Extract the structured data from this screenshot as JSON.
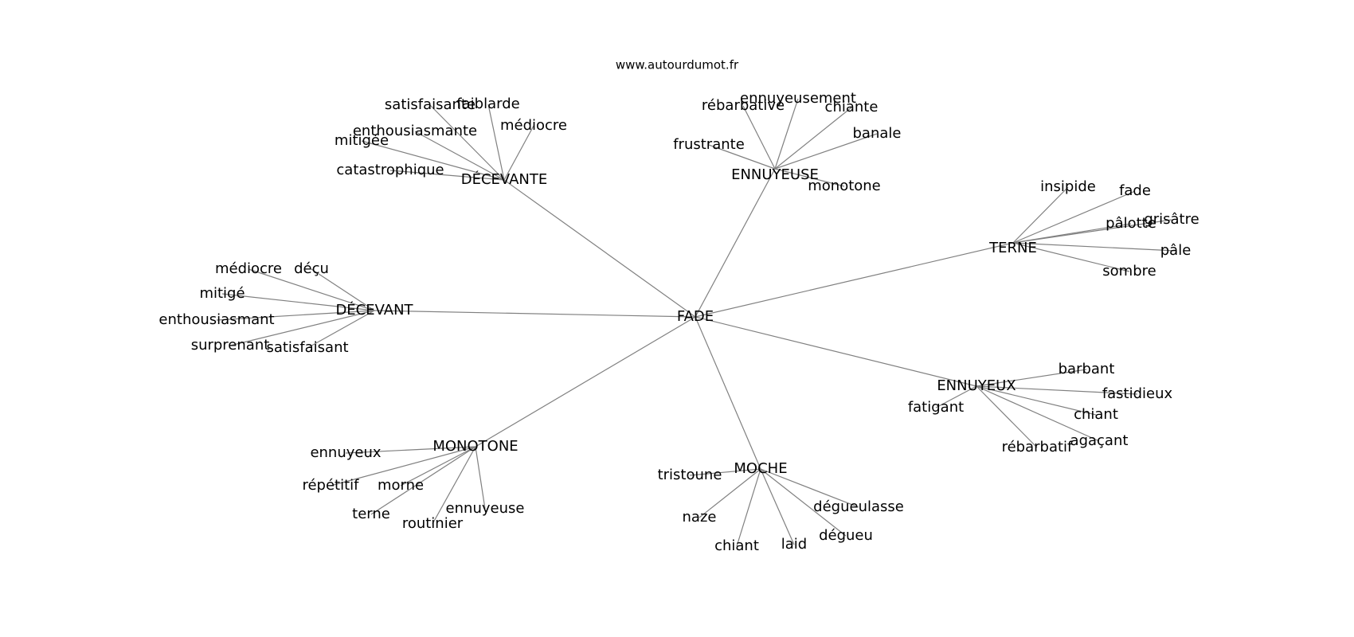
{
  "header": {
    "site": "www.autourdumot.fr"
  },
  "center": "FADE",
  "hubs": [
    {
      "label": "DÉCEVANTE",
      "leaves": [
        "satisfaisante",
        "faiblarde",
        "médiocre",
        "enthousiasmante",
        "mitigée",
        "catastrophique"
      ]
    },
    {
      "label": "ENNUYEUSE",
      "leaves": [
        "rébarbative",
        "ennuyeusement",
        "chiante",
        "banale",
        "frustrante",
        "monotone"
      ]
    },
    {
      "label": "TERNE",
      "leaves": [
        "insipide",
        "fade",
        "pâlotte",
        "grisâtre",
        "pâle",
        "sombre"
      ]
    },
    {
      "label": "DÉCEVANT",
      "leaves": [
        "médiocre",
        "déçu",
        "mitigé",
        "enthousiasmant",
        "surprenant",
        "satisfaisant"
      ]
    },
    {
      "label": "ENNUYEUX",
      "leaves": [
        "barbant",
        "fastidieux",
        "fatigant",
        "chiant",
        "rébarbatif",
        "agaçant"
      ]
    },
    {
      "label": "MONOTONE",
      "leaves": [
        "ennuyeux",
        "répétitif",
        "morne",
        "terne",
        "routinier",
        "ennuyeuse"
      ]
    },
    {
      "label": "MOCHE",
      "leaves": [
        "tristoune",
        "naze",
        "chiant",
        "laid",
        "dégueulasse",
        "dégueu"
      ]
    }
  ]
}
